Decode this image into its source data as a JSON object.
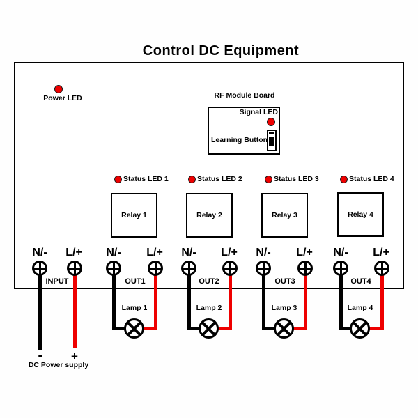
{
  "title": "Control DC Equipment",
  "board": {
    "power_led_label": "Power LED",
    "rf_module": {
      "label": "RF Module Board",
      "signal_led_label": "Signal LED",
      "learning_button_label": "Learning Button"
    },
    "status_leds": [
      "Status LED 1",
      "Status LED 2",
      "Status LED 3",
      "Status LED 4"
    ],
    "relays": [
      "Relay 1",
      "Relay 2",
      "Relay 3",
      "Relay 4"
    ]
  },
  "terminals": {
    "pairs": [
      {
        "neg": "N/-",
        "pos": "L/+",
        "group": "INPUT"
      },
      {
        "neg": "N/-",
        "pos": "L/+",
        "group": "OUT1"
      },
      {
        "neg": "N/-",
        "pos": "L/+",
        "group": "OUT2"
      },
      {
        "neg": "N/-",
        "pos": "L/+",
        "group": "OUT3"
      },
      {
        "neg": "N/-",
        "pos": "L/+",
        "group": "OUT4"
      }
    ]
  },
  "loads": {
    "lamps": [
      "Lamp 1",
      "Lamp 2",
      "Lamp 3",
      "Lamp 4"
    ]
  },
  "power_supply": {
    "minus": "-",
    "plus": "+",
    "label": "DC Power supply"
  },
  "colors": {
    "wire_negative": "#000000",
    "wire_positive": "#ee0000",
    "led": "#ee0000"
  }
}
